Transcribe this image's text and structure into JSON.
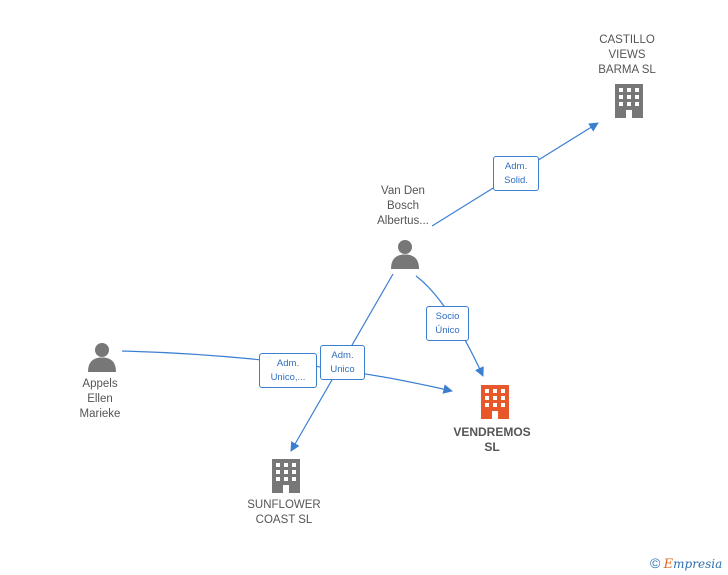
{
  "nodes": {
    "castillo": {
      "label": "CASTILLO\nVIEWS\nBARMA  SL",
      "kind": "company"
    },
    "van_den_bosch": {
      "label": "Van Den\nBosch\nAlbertus...",
      "kind": "person"
    },
    "appels": {
      "label": "Appels\nEllen\nMarieke",
      "kind": "person"
    },
    "vendremos": {
      "label": "VENDREMOS\nSL",
      "kind": "company-main"
    },
    "sunflower": {
      "label": "SUNFLOWER\nCOAST SL",
      "kind": "company"
    }
  },
  "edges": {
    "adm_solid": "Adm.\nSolid.",
    "socio_unico": "Socio\nÚnico",
    "adm_unico_1": "Adm.\nUnico,...",
    "adm_unico_2": "Adm.\nUnico"
  },
  "colors": {
    "edge": "#3b7fd1",
    "node_gray": "#777777",
    "main_company": "#e8572a"
  },
  "footer": {
    "copyright_symbol": "©",
    "brand_first": "E",
    "brand_rest": "mpresia"
  }
}
